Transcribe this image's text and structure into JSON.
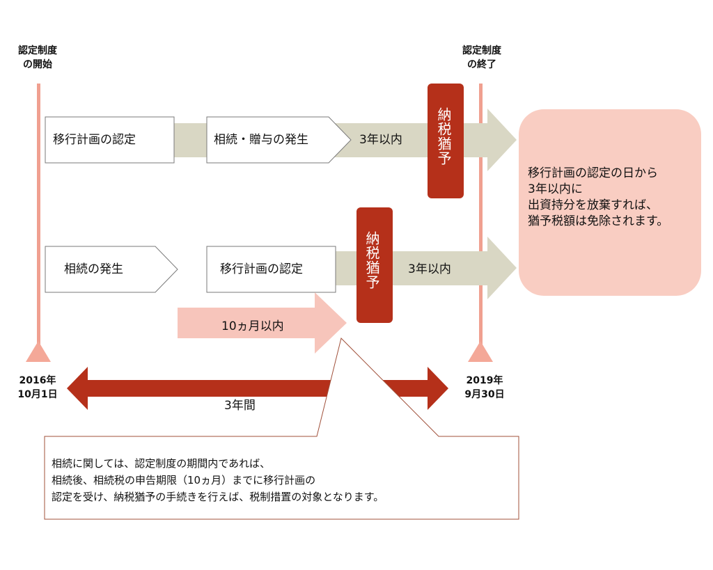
{
  "timeline": {
    "start_label": [
      "認定制度",
      "の開始"
    ],
    "end_label": [
      "認定制度",
      "の終了"
    ],
    "start_date": [
      "2016年",
      "10月1日"
    ],
    "end_date": [
      "2019年",
      "9月30日"
    ],
    "period_label": "3年間"
  },
  "row1": {
    "step1": "移行計画の認定",
    "step2": "相続・贈与の発生",
    "duration": "3年以内",
    "deferral": "納税猶予"
  },
  "row2": {
    "step1": "相続の発生",
    "step2": "移行計画の認定",
    "duration": "3年以内",
    "deferral": "納税猶予",
    "deadline": "10ヵ月以内"
  },
  "result": {
    "lines": [
      "移行計画の認定の日から",
      "3年以内に",
      "出資持分を放棄すれば、",
      "猶予税額は免除されます。"
    ]
  },
  "note": {
    "lines": [
      "相続に関しては、認定制度の期間内であれば、",
      "相続後、相続税の申告期限（10ヵ月）までに移行計画の",
      "認定を受け、納税猶予の手続きを行えば、税制措置の対象となります。"
    ]
  },
  "colors": {
    "track": "#d9d7c4",
    "dark_red": "#b5301a",
    "pink_arrow": "#f7c5bb",
    "result_bg": "#f9cdc2",
    "timeline_line": "#f0a090",
    "note_border": "#a0503a",
    "box_border": "#7a7a7a"
  }
}
